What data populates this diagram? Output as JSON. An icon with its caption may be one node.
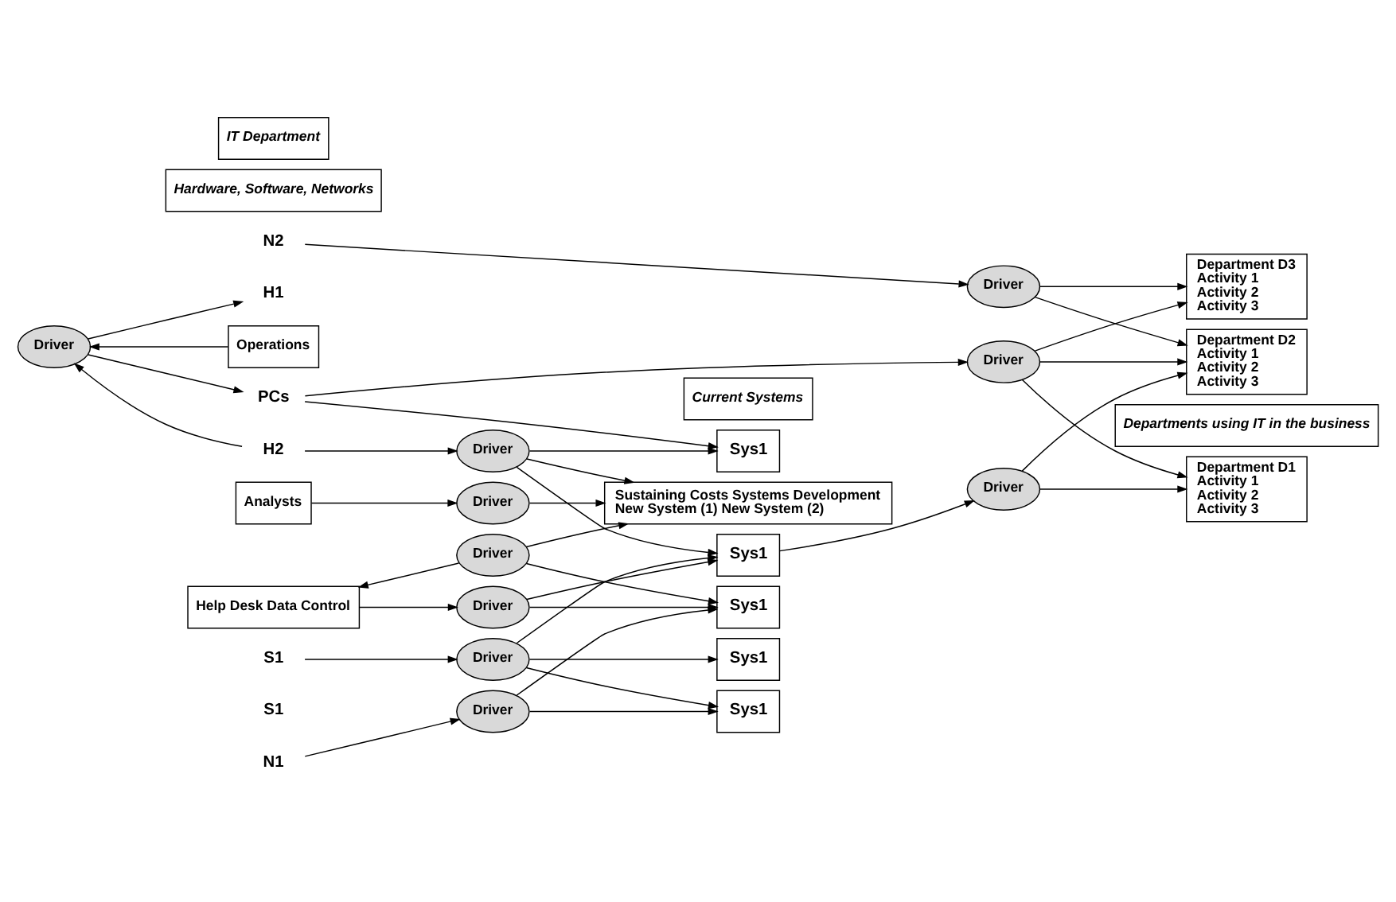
{
  "diagram": {
    "nodes": [
      {
        "text": [
          "Hardware, Software, Networks"
        ]
      },
      {
        "text": [
          "Current Systems"
        ]
      },
      {
        "text": [
          "Departments using IT in the business"
        ]
      },
      {
        "text": [
          "Driver"
        ]
      },
      {
        "text": [
          "H1"
        ]
      },
      {
        "text": [
          "H2"
        ]
      },
      {
        "text": [
          "PCs"
        ]
      },
      {
        "text": [
          "S1"
        ]
      },
      {
        "text": [
          "N1"
        ]
      },
      {
        "text": [
          "N2"
        ]
      },
      {
        "text": [
          "Driver"
        ]
      },
      {
        "text": [
          "Driver"
        ]
      },
      {
        "text": [
          "Driver"
        ]
      },
      {
        "text": [
          "Sys1"
        ]
      },
      {
        "text": [
          "Sys1"
        ]
      },
      {
        "text": [
          "Sys1"
        ]
      },
      {
        "text": [
          "Sys1"
        ]
      },
      {
        "text": [
          "Sys1"
        ]
      },
      {
        "text": [
          "Driver"
        ]
      },
      {
        "text": [
          "Driver"
        ]
      },
      {
        "text": [
          "Driver"
        ]
      },
      {
        "text": [
          "Department D1",
          "Activity 1",
          "Activity 2",
          "Activity 3"
        ]
      },
      {
        "text": [
          "Department D2",
          "Activity 1",
          "Activity 2",
          "Activity 3"
        ]
      },
      {
        "text": [
          "Department D3",
          "Activity 1",
          "Activity 2",
          "Activity 3"
        ]
      },
      {
        "text": [
          "IT Department"
        ]
      },
      {
        "text": [
          "Operations"
        ]
      },
      {
        "text": [
          "Help Desk Data Control"
        ]
      },
      {
        "text": [
          "Analysts"
        ]
      },
      {
        "text": [
          "Driver"
        ]
      },
      {
        "text": [
          "Driver"
        ]
      },
      {
        "text": [
          "Driver"
        ]
      },
      {
        "text": [
          "Sustaining Costs Systems Development",
          "New System (1) New System (2)"
        ]
      }
    ],
    "edges": [
      {
        "from": 25,
        "to": 3,
        "arrow": "to"
      },
      {
        "from": 3,
        "to": 4,
        "arrow": "to"
      },
      {
        "from": 5,
        "to": 3,
        "arrow": "to"
      },
      {
        "from": 3,
        "to": 6,
        "arrow": "to"
      },
      {
        "from": 5,
        "to": 10,
        "arrow": "to"
      },
      {
        "from": 10,
        "to": 13,
        "arrow": "to"
      },
      {
        "from": 10,
        "to": 15,
        "arrow": "to"
      },
      {
        "from": 10,
        "to": 31,
        "arrow": "to"
      },
      {
        "from": 6,
        "to": 13,
        "arrow": "to"
      },
      {
        "from": 6,
        "to": 18,
        "arrow": "to"
      },
      {
        "from": 7,
        "to": 11,
        "arrow": "to"
      },
      {
        "from": 11,
        "to": 14,
        "arrow": "to"
      },
      {
        "from": 11,
        "to": 15,
        "arrow": "to"
      },
      {
        "from": 11,
        "to": 16,
        "arrow": "to"
      },
      {
        "from": 8,
        "to": 12,
        "arrow": "to"
      },
      {
        "from": 12,
        "to": 16,
        "arrow": "to"
      },
      {
        "from": 12,
        "to": 17,
        "arrow": "to"
      },
      {
        "from": 9,
        "to": 20,
        "arrow": "to"
      },
      {
        "from": 15,
        "to": 19,
        "arrow": "to"
      },
      {
        "from": 18,
        "to": 21,
        "arrow": "to"
      },
      {
        "from": 18,
        "to": 22,
        "arrow": "to"
      },
      {
        "from": 18,
        "to": 23,
        "arrow": "to"
      },
      {
        "from": 19,
        "to": 21,
        "arrow": "to"
      },
      {
        "from": 19,
        "to": 22,
        "arrow": "to"
      },
      {
        "from": 20,
        "to": 22,
        "arrow": "to"
      },
      {
        "from": 20,
        "to": 23,
        "arrow": "to"
      },
      {
        "from": 26,
        "to": 28,
        "arrow": "to"
      },
      {
        "from": 29,
        "to": 26,
        "arrow": "to"
      },
      {
        "from": 28,
        "to": 15,
        "arrow": "to"
      },
      {
        "from": 28,
        "to": 17,
        "arrow": "to"
      },
      {
        "from": 29,
        "to": 17,
        "arrow": "to"
      },
      {
        "from": 29,
        "to": 31,
        "arrow": "to"
      },
      {
        "from": 27,
        "to": 30,
        "arrow": "to"
      },
      {
        "from": 30,
        "to": 31,
        "arrow": "to"
      }
    ],
    "labels": [
      "S1"
    ]
  }
}
